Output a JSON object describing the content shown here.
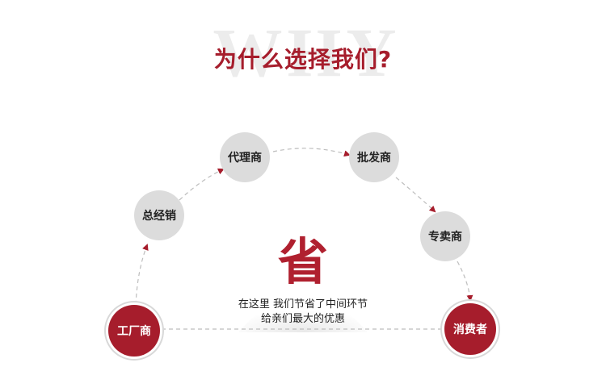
{
  "watermark": "WHY",
  "title": "为什么选择我们?",
  "nodes": {
    "factory": "工厂商",
    "general": "总经销",
    "agent": "代理商",
    "wholesale": "批发商",
    "specialty": "专卖商",
    "consumer": "消费者"
  },
  "highlight_char": "省",
  "caption": {
    "line1": "在这里 我们节省了中间环节",
    "line2": "给亲们最大的优惠"
  },
  "colors": {
    "accent": "#a61d2c",
    "node_gray": "#dcdcdc",
    "connector": "#bdbdbd"
  }
}
